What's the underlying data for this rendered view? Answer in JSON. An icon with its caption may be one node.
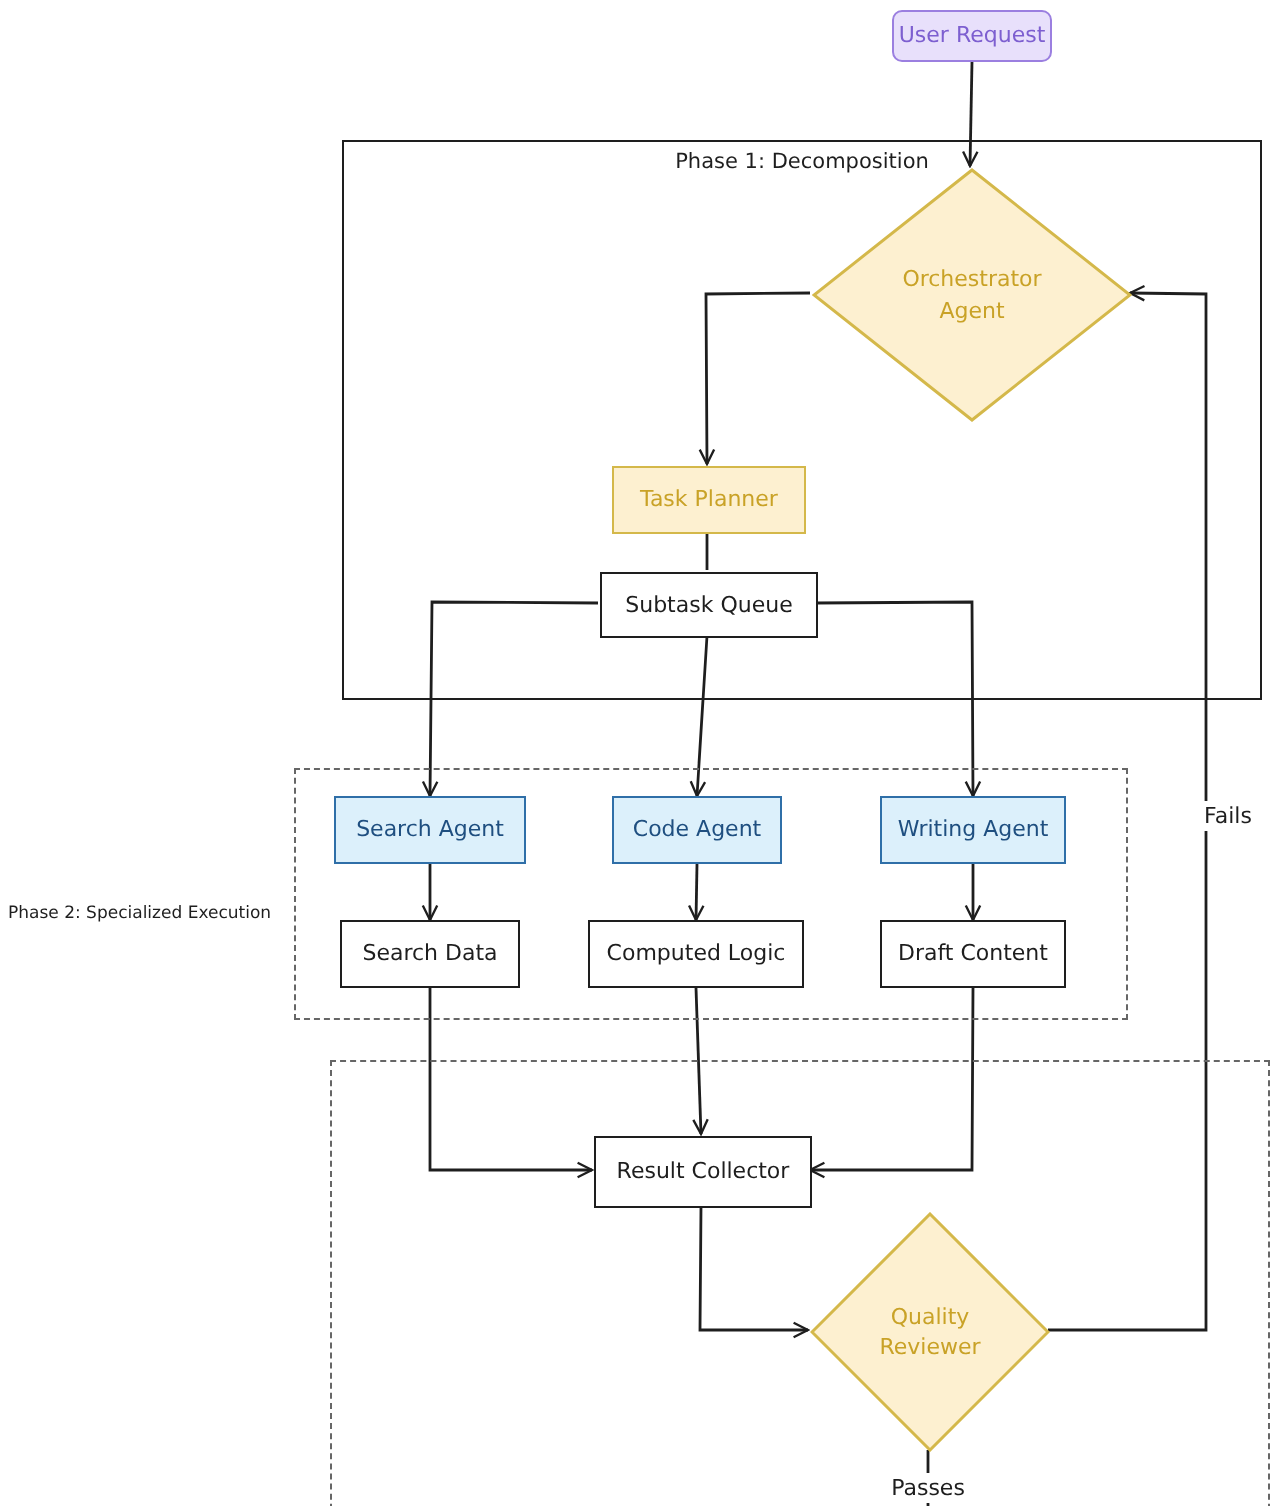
{
  "diagram": {
    "nodes": [
      {
        "text": [
          "User Request"
        ]
      },
      {
        "text": [
          "Phase 1: Decomposition"
        ]
      },
      {
        "text": [
          "Orchestrator Agent"
        ],
        "in": 1
      },
      {
        "text": [
          "Task Planner"
        ],
        "in": 1
      },
      {
        "text": [
          "Subtask Queue"
        ],
        "in": 1
      },
      {
        "text": [
          "Phase 2: Specialized Execution"
        ]
      },
      {
        "text": [
          "Search Agent"
        ],
        "in": 5
      },
      {
        "text": [
          "Code Agent"
        ],
        "in": 5
      },
      {
        "text": [
          "Writing Agent"
        ],
        "in": 5
      },
      {
        "text": [
          "Search Data"
        ],
        "in": 5
      },
      {
        "text": [
          "Computed Logic"
        ],
        "in": 5
      },
      {
        "text": [
          "Draft Content"
        ],
        "in": 5
      },
      {
        "text": [],
        "shape": "box"
      },
      {
        "text": [
          "Result Collector"
        ],
        "in": 12
      },
      {
        "text": [
          "Quality Reviewer"
        ],
        "in": 12
      }
    ],
    "edges": [
      {
        "from": 0,
        "to": 2,
        "arrow": "to"
      },
      {
        "from": 2,
        "to": 3,
        "arrow": "to"
      },
      {
        "from": 3,
        "to": 4,
        "arrow": "none"
      },
      {
        "from": 4,
        "to": 6,
        "arrow": "to"
      },
      {
        "from": 4,
        "to": 7,
        "arrow": "to"
      },
      {
        "from": 4,
        "to": 8,
        "arrow": "to"
      },
      {
        "from": 6,
        "to": 9,
        "arrow": "to"
      },
      {
        "from": 7,
        "to": 10,
        "arrow": "to"
      },
      {
        "from": 8,
        "to": 11,
        "arrow": "to"
      },
      {
        "from": 9,
        "to": 13,
        "arrow": "to"
      },
      {
        "from": 10,
        "to": 13,
        "arrow": "to"
      },
      {
        "from": 11,
        "to": 13,
        "arrow": "to"
      },
      {
        "from": 13,
        "to": 14,
        "arrow": "to"
      },
      {
        "from": 14,
        "to": 2,
        "arrow": "to",
        "label": "Fails"
      },
      {
        "from": 14,
        "to": null,
        "arrow": "none",
        "label": "Passes"
      }
    ]
  }
}
